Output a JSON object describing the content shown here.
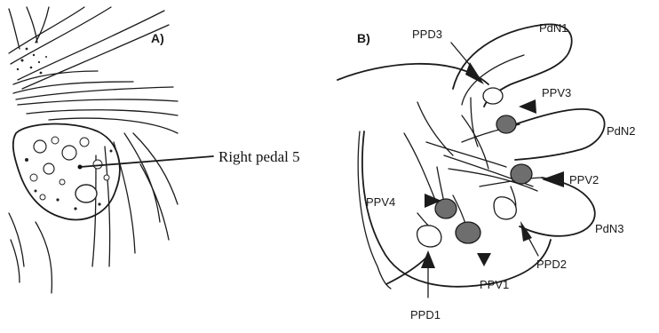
{
  "panel_a": {
    "label": "A)",
    "annotation": "Right pedal 5"
  },
  "panel_b": {
    "label": "B)",
    "nerves": {
      "pdn1": "PdN1",
      "pdn2": "PdN2",
      "pdn3": "PdN3"
    },
    "cells": {
      "ppd1": "PPD1",
      "ppd2": "PPD2",
      "ppd3": "PPD3",
      "ppv1": "PPV1",
      "ppv2": "PPV2",
      "ppv3": "PPV3",
      "ppv4": "PPV4"
    }
  }
}
